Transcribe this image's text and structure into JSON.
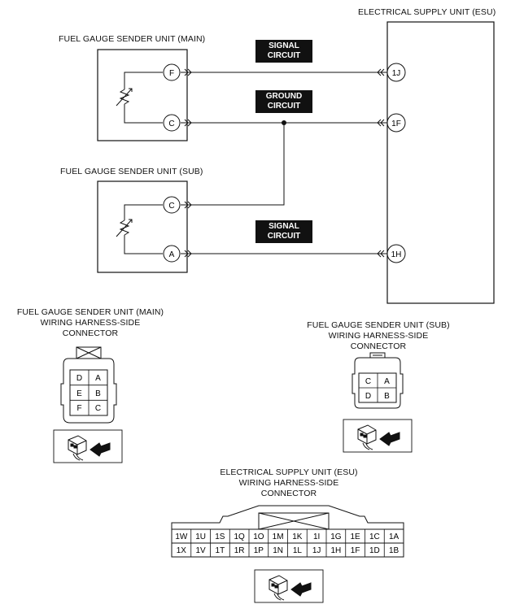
{
  "esu": {
    "title": "ELECTRICAL SUPPLY UNIT (ESU)",
    "pins": [
      "1J",
      "1F",
      "1H"
    ]
  },
  "main_sender": {
    "title": "FUEL GAUGE SENDER UNIT (MAIN)",
    "pins": [
      "F",
      "C"
    ]
  },
  "sub_sender": {
    "title": "FUEL GAUGE SENDER UNIT (SUB)",
    "pins": [
      "C",
      "A"
    ]
  },
  "circuits": {
    "signal_1": [
      "SIGNAL",
      "CIRCUIT"
    ],
    "ground": [
      "GROUND",
      "CIRCUIT"
    ],
    "signal_2": [
      "SIGNAL",
      "CIRCUIT"
    ]
  },
  "main_connector": {
    "title": [
      "FUEL GAUGE SENDER UNIT (MAIN)",
      "WIRING HARNESS-SIDE",
      "CONNECTOR"
    ],
    "grid": [
      [
        "D",
        "A"
      ],
      [
        "E",
        "B"
      ],
      [
        "F",
        "C"
      ]
    ]
  },
  "sub_connector": {
    "title": [
      "FUEL GAUGE SENDER UNIT (SUB)",
      "WIRING HARNESS-SIDE",
      "CONNECTOR"
    ],
    "grid": [
      [
        "C",
        "A"
      ],
      [
        "D",
        "B"
      ]
    ]
  },
  "esu_connector": {
    "title": [
      "ELECTRICAL SUPPLY UNIT (ESU)",
      "WIRING HARNESS-SIDE",
      "CONNECTOR"
    ],
    "row1": [
      "1W",
      "1U",
      "1S",
      "1Q",
      "1O",
      "1M",
      "1K",
      "1I",
      "1G",
      "1E",
      "1C",
      "1A"
    ],
    "row2": [
      "1X",
      "1V",
      "1T",
      "1R",
      "1P",
      "1N",
      "1L",
      "1J",
      "1H",
      "1F",
      "1D",
      "1B"
    ]
  }
}
